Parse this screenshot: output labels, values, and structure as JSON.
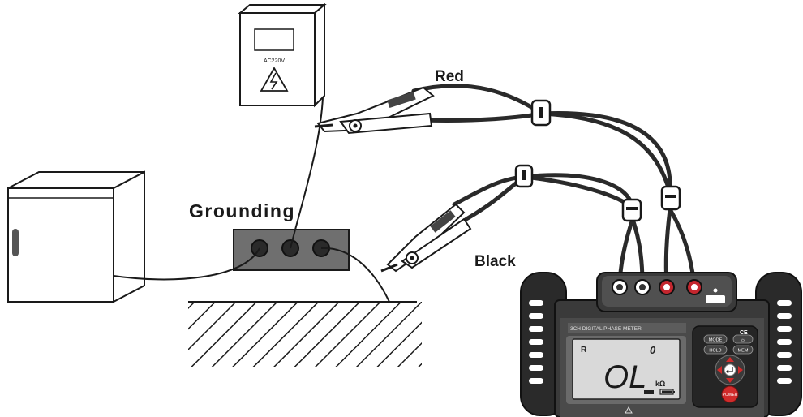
{
  "labels": {
    "red": "Red",
    "black": "Black",
    "grounding": "Grounding"
  },
  "panel": {
    "voltage": "AC220V"
  },
  "meter": {
    "model_text": "3CH DIGITAL PHASE METER",
    "lcd_main": "OL",
    "lcd_unit": "kΩ",
    "lcd_mode": "R",
    "lcd_channel": "0",
    "buttons": {
      "mode": "MODE",
      "light": "☼",
      "hold": "HOLD",
      "mem": "MEM",
      "power": "POWER"
    },
    "ce_mark": "CE"
  },
  "colors": {
    "outline": "#1a1a1a",
    "meter_body": "#3a3a3a",
    "lcd_bg": "#d9d9d9",
    "red_jack": "#c4262e",
    "grounding_box": "#6f6f6f",
    "power_button": "#d12b2b"
  }
}
